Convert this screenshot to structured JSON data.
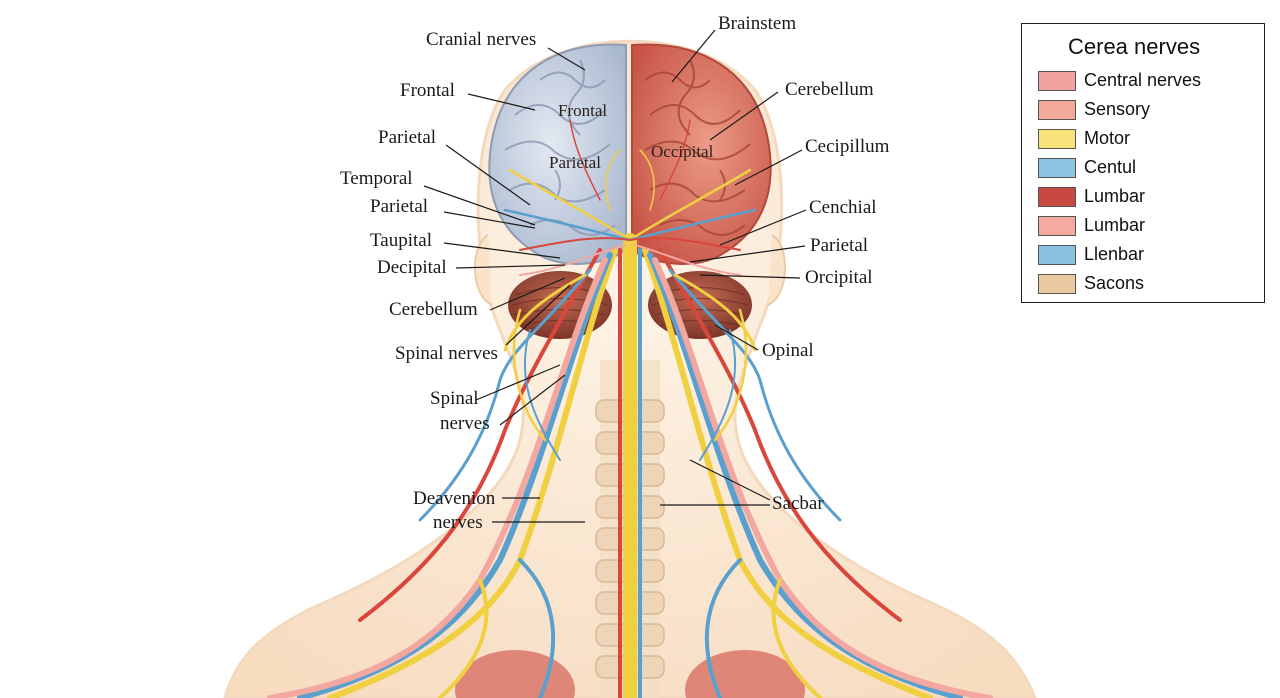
{
  "labels": {
    "cranial_nerves": "Cranial nerves",
    "frontal_left": "Frontal",
    "parietal_left_1": "Parietal",
    "temporal": "Temporal",
    "parietal_left_2": "Parietal",
    "taupital": "Taupital",
    "decipital": "Decipital",
    "cerebellum_left": "Cerebellum",
    "spinal_nerves_1": "Spinal nerves",
    "spinal_nerves_2a": "Spinal",
    "spinal_nerves_2b": "nerves",
    "deavenion": "Deavenion",
    "deavenion_nerves": "nerves",
    "brainstem": "Brainstem",
    "cerebellum_right": "Cerebellum",
    "cecipillum": "Cecipillum",
    "cenchial": "Cenchial",
    "parietal_right": "Parietal",
    "orcipital": "Orcipital",
    "opinal": "Opinal",
    "sacbar": "Sacbar",
    "inner_frontal": "Frontal",
    "inner_parietal": "Parietal",
    "inner_occipital": "Occipital"
  },
  "legend": {
    "title": "Cerea nerves",
    "items": [
      {
        "label": "Central nerves",
        "color": "#f0a3a0"
      },
      {
        "label": "Sensory",
        "color": "#f2ab98"
      },
      {
        "label": "Motor",
        "color": "#f9e27a"
      },
      {
        "label": "Centul",
        "color": "#8cc3e0"
      },
      {
        "label": "Lumbar",
        "color": "#c8493f"
      },
      {
        "label": "Lumbar",
        "color": "#f5aaa0"
      },
      {
        "label": "Llenbar",
        "color": "#8bbfdf"
      },
      {
        "label": "Sacons",
        "color": "#ebc9a0"
      }
    ]
  },
  "colors": {
    "nerve_yellow": "#f0d040",
    "nerve_blue": "#5aa0cf",
    "nerve_red": "#d9473c",
    "nerve_pink": "#f2a7a0",
    "brain_left": "#c9d4e4",
    "brain_right": "#e07a68",
    "cerebellum": "#a5523f",
    "skin": "#fbe9d6"
  }
}
